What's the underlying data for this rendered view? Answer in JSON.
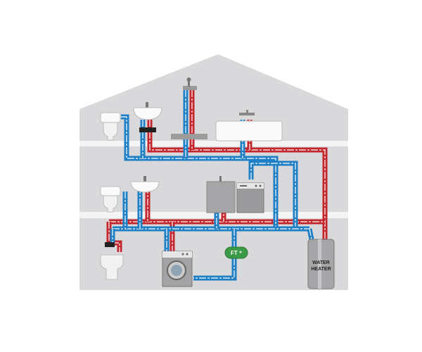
{
  "diagram": {
    "water_heater_label_line1": "WATER",
    "water_heater_label_line2": "HEATER",
    "expansion_tank_label": "FT",
    "colors": {
      "cold_pipe": "#1f7fc4",
      "hot_pipe": "#c4262e",
      "house": "#d9d9db",
      "floor_band": "#f4f4f4",
      "expansion_tank": "#3a9a45",
      "appliance": "#9a9a9c"
    }
  }
}
